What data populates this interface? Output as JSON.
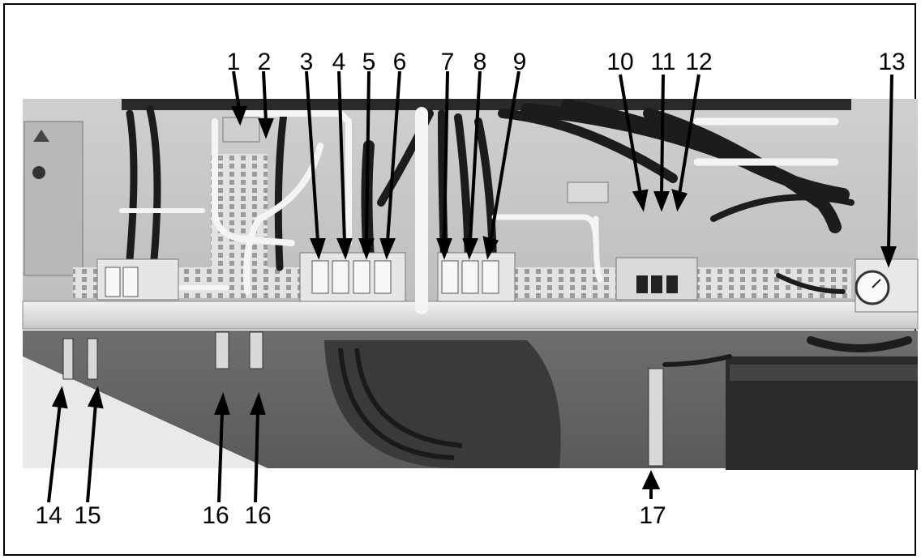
{
  "figure": {
    "callouts": [
      {
        "id": "c1",
        "label": "1"
      },
      {
        "id": "c2",
        "label": "2"
      },
      {
        "id": "c3",
        "label": "3"
      },
      {
        "id": "c4",
        "label": "4"
      },
      {
        "id": "c5",
        "label": "5"
      },
      {
        "id": "c6",
        "label": "6"
      },
      {
        "id": "c7",
        "label": "7"
      },
      {
        "id": "c8",
        "label": "8"
      },
      {
        "id": "c9",
        "label": "9"
      },
      {
        "id": "c10",
        "label": "10"
      },
      {
        "id": "c11",
        "label": "11"
      },
      {
        "id": "c12",
        "label": "12"
      },
      {
        "id": "c13",
        "label": "13"
      },
      {
        "id": "c14",
        "label": "14"
      },
      {
        "id": "c15",
        "label": "15"
      },
      {
        "id": "c16a",
        "label": "16"
      },
      {
        "id": "c16b",
        "label": "16"
      },
      {
        "id": "c17",
        "label": "17"
      }
    ]
  }
}
